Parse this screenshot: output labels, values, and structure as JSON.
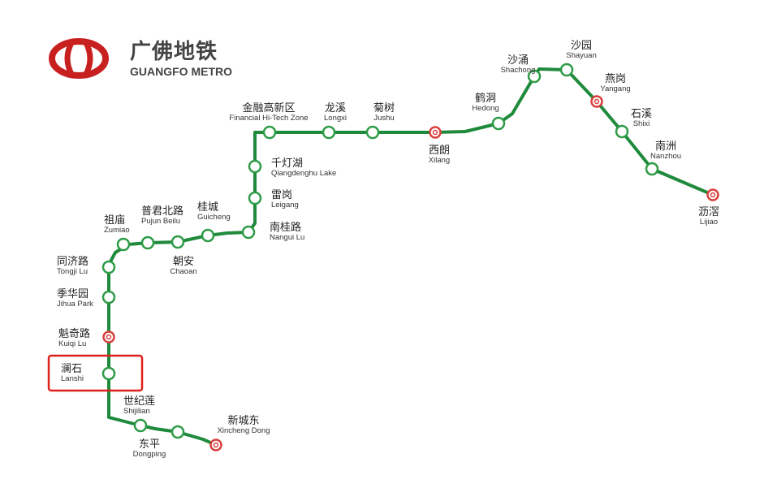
{
  "brand": {
    "name_cn": "广佛地铁",
    "name_en": "GUANGFO METRO",
    "color_red": "#c8201f",
    "color_text": "#444444"
  },
  "line": {
    "color": "#1f8a3b"
  },
  "colors": {
    "regular_station": "#2e9b47",
    "interchange_station": "#d8403e",
    "highlight_box": "#e0201b"
  },
  "highlighted_station": "Lanshi",
  "stations": [
    {
      "cn": "新城东",
      "en": "Xincheng Dong",
      "interchange": true
    },
    {
      "cn": "东平",
      "en": "Dongping",
      "interchange": false
    },
    {
      "cn": "世纪莲",
      "en": "Shijilian",
      "interchange": false
    },
    {
      "cn": "澜石",
      "en": "Lanshi",
      "interchange": false
    },
    {
      "cn": "魁奇路",
      "en": "Kuiqi Lu",
      "interchange": true
    },
    {
      "cn": "季华园",
      "en": "Jihua Park",
      "interchange": false
    },
    {
      "cn": "同济路",
      "en": "Tongji Lu",
      "interchange": false
    },
    {
      "cn": "祖庙",
      "en": "Zumiao",
      "interchange": false
    },
    {
      "cn": "普君北路",
      "en": "Pujun Beilu",
      "interchange": false
    },
    {
      "cn": "朝安",
      "en": "Chaoan",
      "interchange": false
    },
    {
      "cn": "桂城",
      "en": "Guicheng",
      "interchange": false
    },
    {
      "cn": "南桂路",
      "en": "Nangui Lu",
      "interchange": false
    },
    {
      "cn": "雷岗",
      "en": "Leigang",
      "interchange": false
    },
    {
      "cn": "千灯湖",
      "en": "Qiangdenghu Lake",
      "interchange": false
    },
    {
      "cn": "金融高新区",
      "en": "Financial Hi-Tech Zone",
      "interchange": false
    },
    {
      "cn": "龙溪",
      "en": "Longxi",
      "interchange": false
    },
    {
      "cn": "菊树",
      "en": "Jushu",
      "interchange": false
    },
    {
      "cn": "西朗",
      "en": "Xilang",
      "interchange": true
    },
    {
      "cn": "鹤洞",
      "en": "Hedong",
      "interchange": false
    },
    {
      "cn": "沙涌",
      "en": "Shachong",
      "interchange": false
    },
    {
      "cn": "沙园",
      "en": "Shayuan",
      "interchange": false
    },
    {
      "cn": "燕岗",
      "en": "Yangang",
      "interchange": true
    },
    {
      "cn": "石溪",
      "en": "Shixi",
      "interchange": false
    },
    {
      "cn": "南洲",
      "en": "Nanzhou",
      "interchange": false
    },
    {
      "cn": "沥滘",
      "en": "Lijiao",
      "interchange": true
    }
  ]
}
